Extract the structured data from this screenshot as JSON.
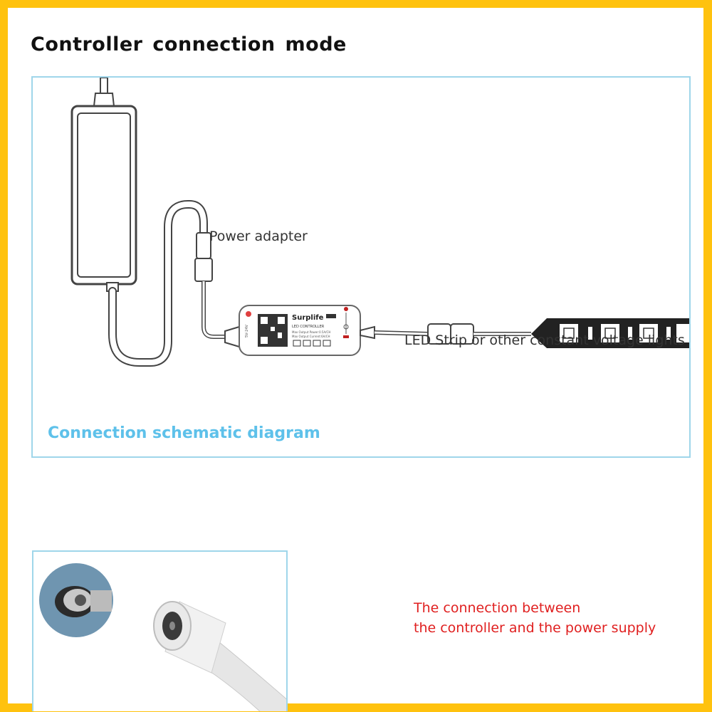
{
  "title": "Controller connection mode",
  "labels": {
    "power_adapter": "Power adapter",
    "led_strip": "LED Strip or other constant voltage lights",
    "schematic": "Connection schematic diagram"
  },
  "controller": {
    "brand": "Surplife",
    "model": "LED CONTROLLER",
    "spec_line_1": "Max Output Power:0.5A/CH",
    "spec_line_2": "Max Output Current:6A/CH",
    "voltage": "5V-24V"
  },
  "note": {
    "line1": "The connection between",
    "line2": "the controller and the power supply"
  },
  "colors": {
    "frame": "#FFC20E",
    "panel_border": "#9fd6ea",
    "schematic_text": "#5ec1ea",
    "note_text": "#e02020"
  }
}
